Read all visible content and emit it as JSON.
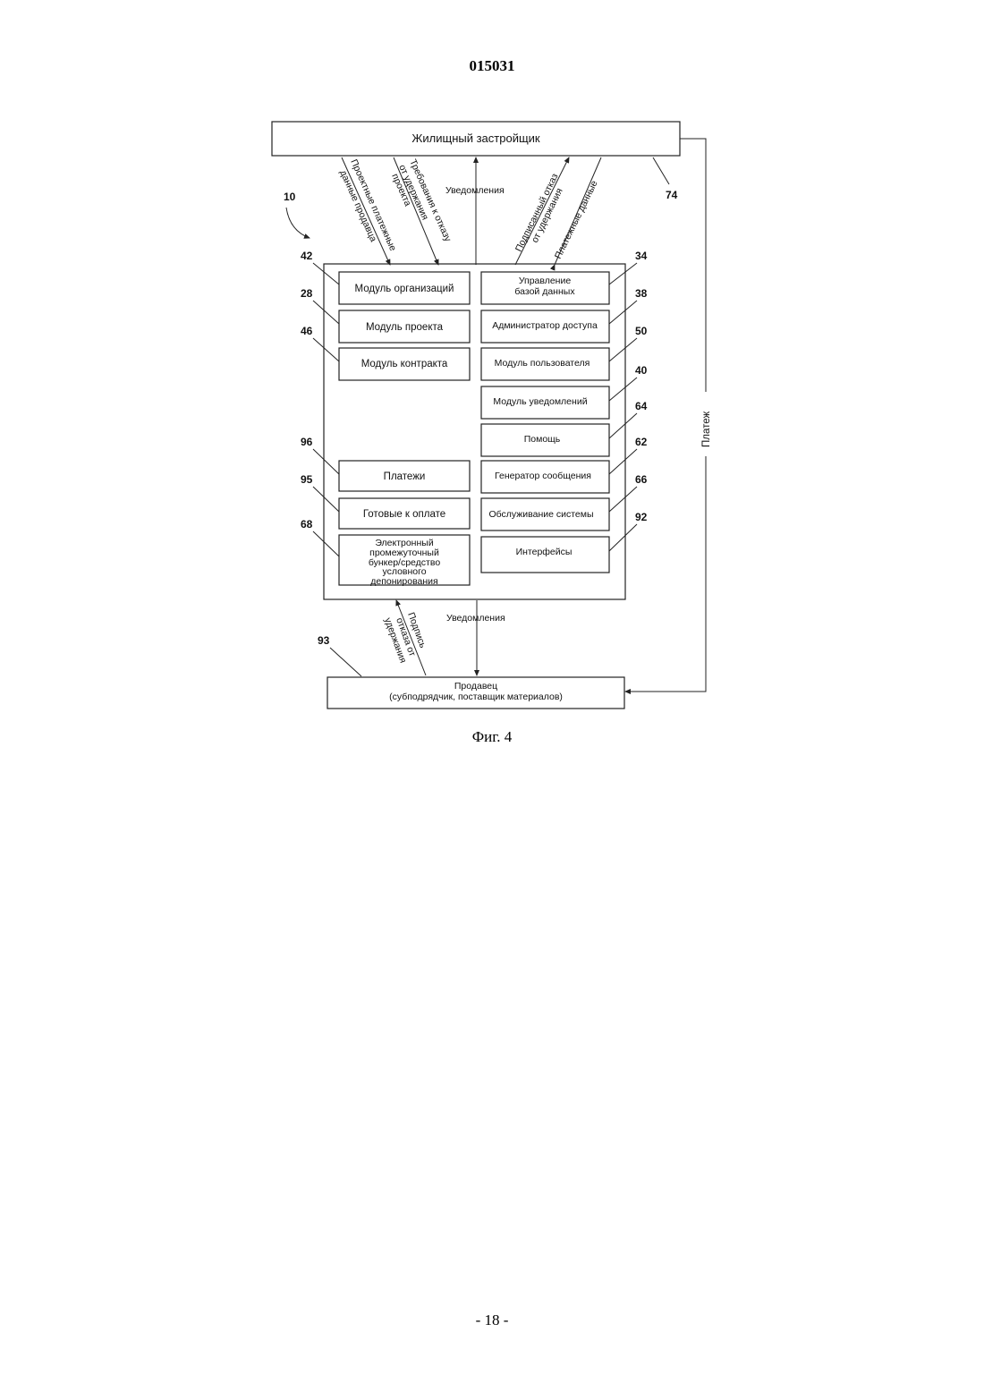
{
  "header": {
    "doc_number": "015031"
  },
  "footer": {
    "page_number": "- 18 -"
  },
  "figure": {
    "caption": "Фиг. 4",
    "system_label": "10",
    "developer": {
      "label": "Жилищный застройщик",
      "ref": "74"
    },
    "vendor": {
      "line1": "Продавец",
      "line2": "(субподрядчик, поставщик материалов)",
      "ref": "93"
    },
    "top_flows": {
      "project_payment_line1": "Проектные платежные",
      "project_payment_line2": "данные продавца",
      "waiver_req_line1": "Требования к отказу",
      "waiver_req_line2": "от удержания",
      "waiver_req_line3": "проекта",
      "notifications": "Уведомления",
      "signed_waiver_line1": "Подписанный отказ",
      "signed_waiver_line2": "от удержания",
      "payment_data": "Платежные данные"
    },
    "bottom_flows": {
      "notifications": "Уведомления",
      "signature_line1": "Подпись",
      "signature_line2": "отказа от",
      "signature_line3": "удержания"
    },
    "payment_flow": "Платеж",
    "left_modules": [
      {
        "ref": "42",
        "label": "Модуль организаций"
      },
      {
        "ref": "28",
        "label": "Модуль проекта"
      },
      {
        "ref": "46",
        "label": "Модуль контракта"
      },
      {
        "ref": "96",
        "label": "Платежи"
      },
      {
        "ref": "95",
        "label": "Готовые к оплате"
      },
      {
        "ref": "68",
        "line1": "Электронный",
        "line2": "промежуточный",
        "line3": "бункер/средство",
        "line4": "условного",
        "line5": "депонирования"
      }
    ],
    "right_modules": [
      {
        "ref": "34",
        "line1": "Управление",
        "line2": "базой данных"
      },
      {
        "ref": "38",
        "label": "Администратор доступа"
      },
      {
        "ref": "50",
        "label": "Модуль пользователя"
      },
      {
        "ref": "40",
        "label": "Модуль уведомлений"
      },
      {
        "ref": "64",
        "label": "Помощь"
      },
      {
        "ref": "62",
        "label": "Генератор сообщения"
      },
      {
        "ref": "66",
        "label": "Обслуживание системы"
      },
      {
        "ref": "92",
        "label": "Интерфейсы"
      }
    ]
  }
}
